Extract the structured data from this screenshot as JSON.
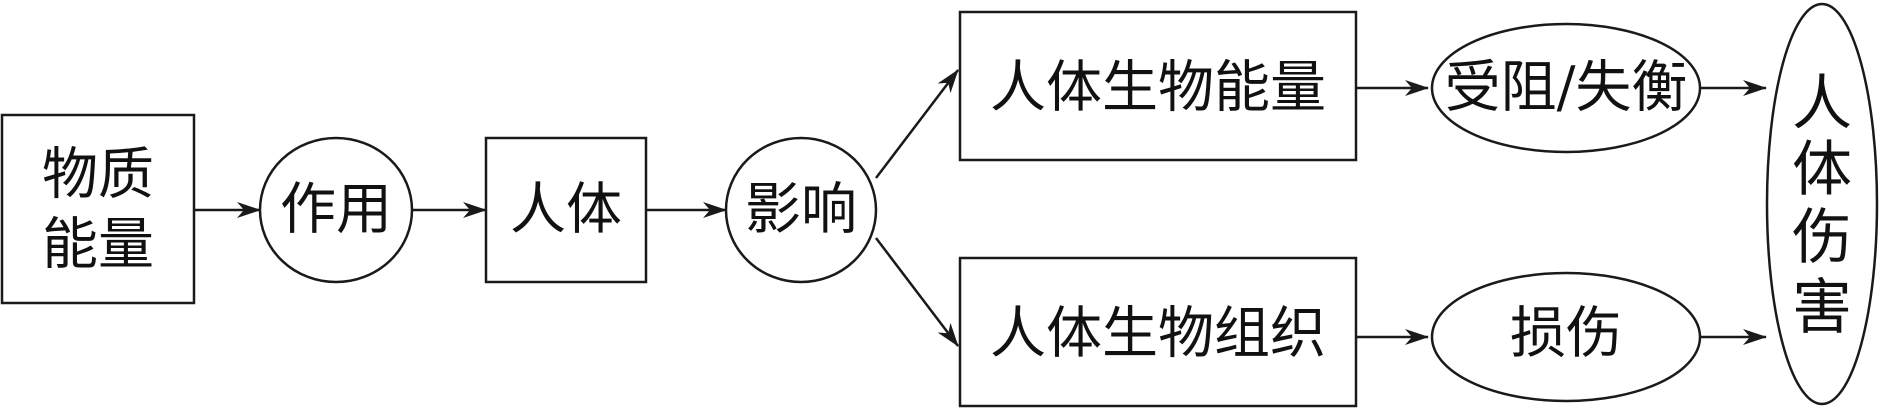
{
  "nodes": {
    "material_energy": {
      "line1": "物质",
      "line2": "能量"
    },
    "action": "作用",
    "human_body": "人体",
    "influence": "影响",
    "bio_energy": "人体生物能量",
    "bio_tissue": "人体生物组织",
    "blocked_imbalance": "受阻/失衡",
    "damage": "损伤",
    "human_injury": {
      "chars": [
        "人",
        "体",
        "伤",
        "害"
      ]
    }
  }
}
